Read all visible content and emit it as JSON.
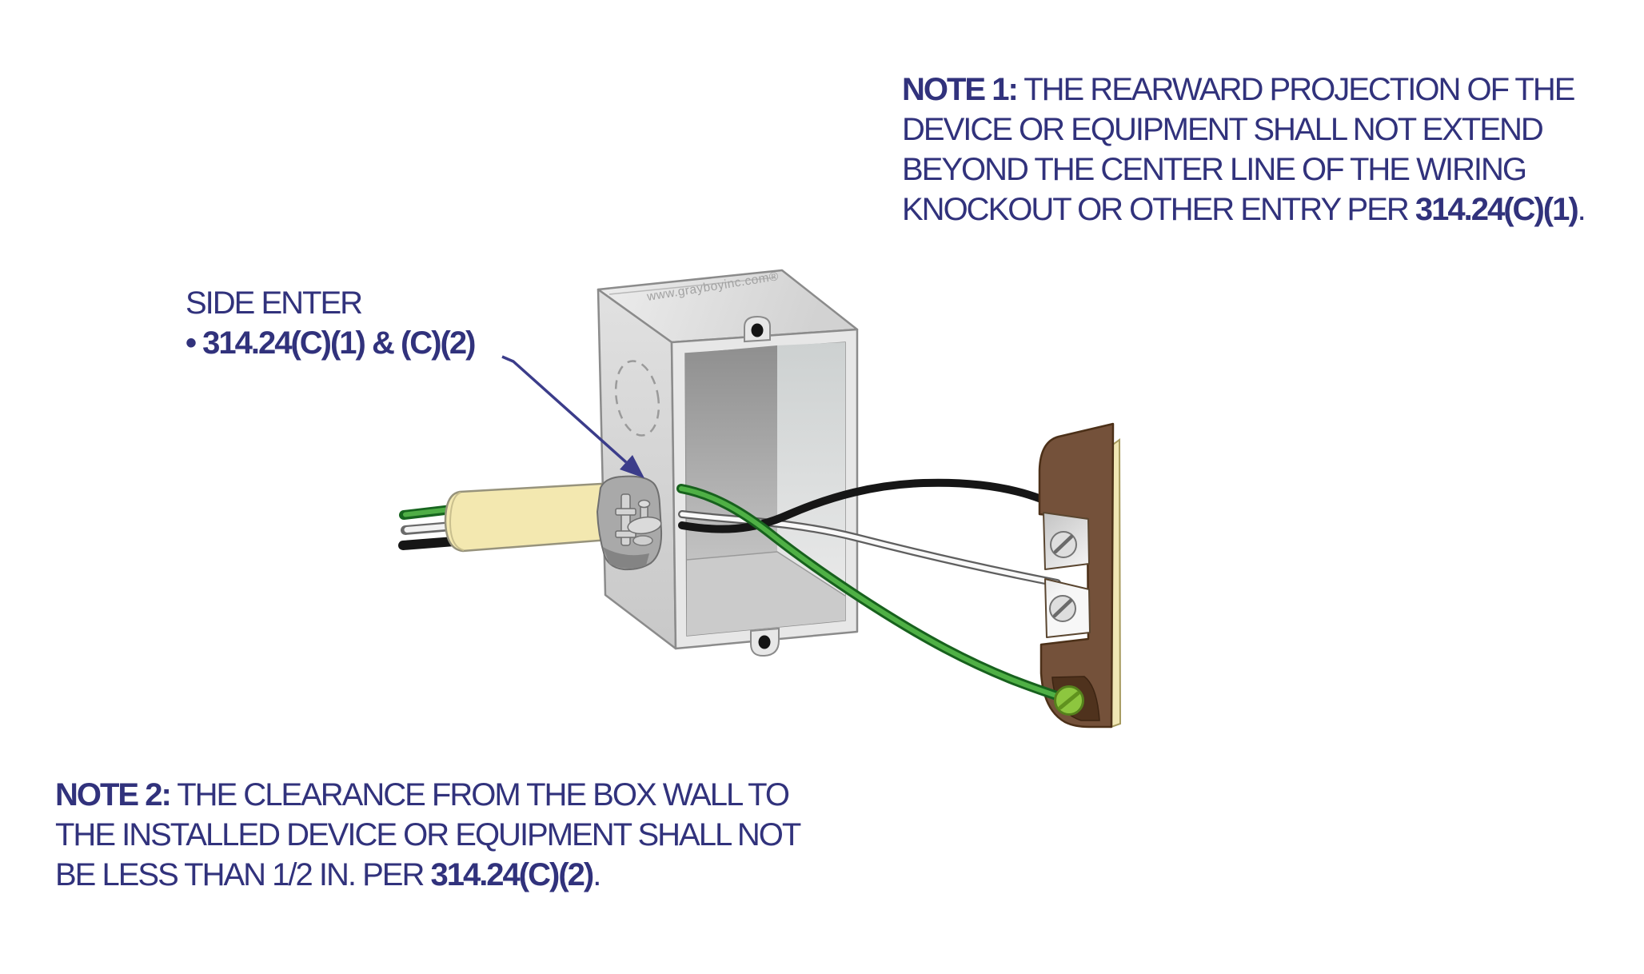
{
  "note1": {
    "label": "NOTE 1:",
    "line1_rest": "THE REARWARD PROJECTION OF THE",
    "line2": "DEVICE OR EQUIPMENT SHALL NOT EXTEND",
    "line3": "BEYOND THE CENTER LINE OF THE WIRING",
    "line4_pre": "KNOCKOUT OR OTHER ENTRY PER ",
    "line4_code": "314.24(C)(1)",
    "line4_post": "."
  },
  "side_label": {
    "line1": "SIDE ENTER",
    "line2": "• 314.24(C)(1) & (C)(2)"
  },
  "note2": {
    "label": "NOTE 2:",
    "line1_rest": "THE CLEARANCE FROM THE BOX WALL TO",
    "line2": "THE INSTALLED DEVICE OR EQUIPMENT SHALL NOT",
    "line3_pre": "BE LESS THAN 1/2 IN. PER ",
    "line3_code": "314.24(C)(2)",
    "line3_post": "."
  },
  "box_watermark": "www.grayboyinc.com®",
  "colors": {
    "text_navy": "#31327C",
    "leader_arrow_navy": "#3B3C8A",
    "box_gray": "#D9D9D9",
    "box_interior_gray": "#9E9E9E",
    "cable_sheath_cream": "#F3E8B0",
    "wire_black": "#161616",
    "wire_white": "#F9F9F9",
    "wire_green": "#4FB045",
    "device_brown": "#74513A",
    "device_brown_dark": "#4F321D",
    "device_face_cream": "#F0E7B4",
    "terminal_silver": "#DEDEDE",
    "ground_screw_green": "#8DC63F"
  }
}
